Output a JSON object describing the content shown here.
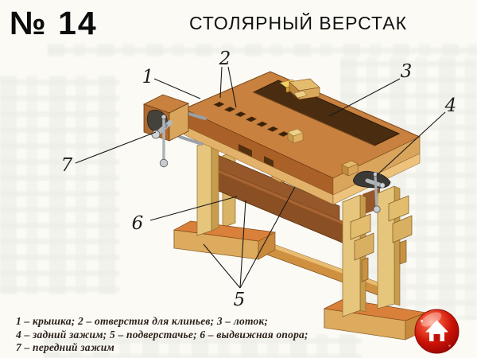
{
  "header": {
    "card_number": "№ 14",
    "title": "СТОЛЯРНЫЙ ВЕРСТАК"
  },
  "figure": {
    "type": "labeled-diagram",
    "subject": "столярный верстак",
    "callouts": [
      {
        "n": "1",
        "label": "крышка"
      },
      {
        "n": "2",
        "label": "отверстия для клиньев"
      },
      {
        "n": "3",
        "label": "лоток"
      },
      {
        "n": "4",
        "label": "задний зажим"
      },
      {
        "n": "5",
        "label": "подверстачье"
      },
      {
        "n": "6",
        "label": "выдвижная опора"
      },
      {
        "n": "7",
        "label": "передний зажим"
      }
    ],
    "palette": {
      "wood_top": "#c8813f",
      "wood_front": "#aa6127",
      "wood_light_strip": "#e2b16a",
      "wood_legs": "#e6c67c",
      "wood_rail_brown": "#96582a",
      "wood_sliding_board": "#8a4f22",
      "wood_feet": "#d9803a",
      "tray_dark": "#4a2c10",
      "hole_dark": "#3a2208",
      "metal_light": "#b3b8be",
      "metal_dark": "#3c3a36",
      "outline": "#6b3c12"
    }
  },
  "legend": {
    "line1": "1 – крышка; 2 – отверстия для клиньев; 3 – лоток;",
    "line2": "4 – задний зажим; 5 – подверстачье; 6 – выдвижная опора;",
    "line3": "7 – передний зажим"
  },
  "home_button": {
    "icon": "home-icon",
    "color": "#c0100c"
  }
}
